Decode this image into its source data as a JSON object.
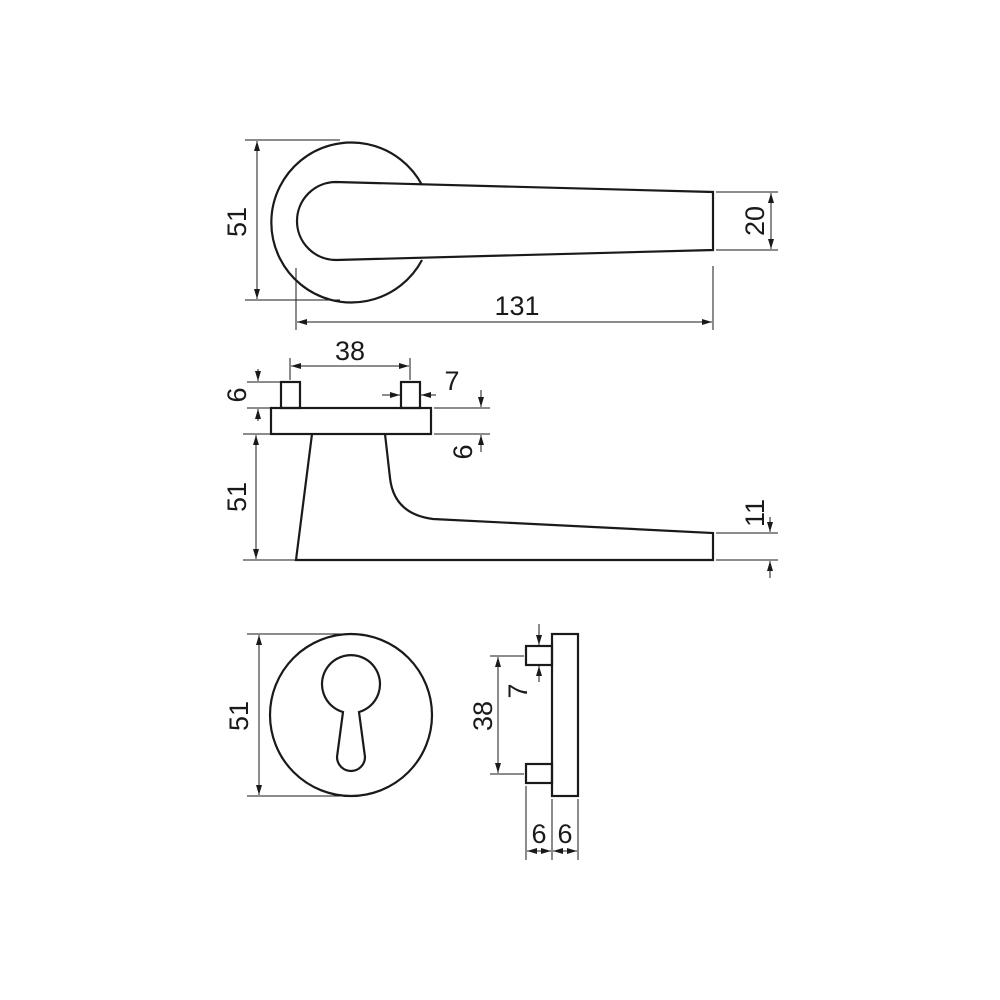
{
  "dimensions": {
    "top_height": "51",
    "top_handle_end": "20",
    "top_length": "131",
    "side_pin_spacing": "38",
    "side_pin_width": "7",
    "side_pin_height": "6",
    "side_base_thickness": "6",
    "side_height": "51",
    "side_handle_end": "11",
    "rose_diameter": "51",
    "rose_side_pin_spacing": "38",
    "rose_side_pin_width": "7",
    "rose_side_pin_depth": "6",
    "rose_side_plate_depth": "6"
  }
}
